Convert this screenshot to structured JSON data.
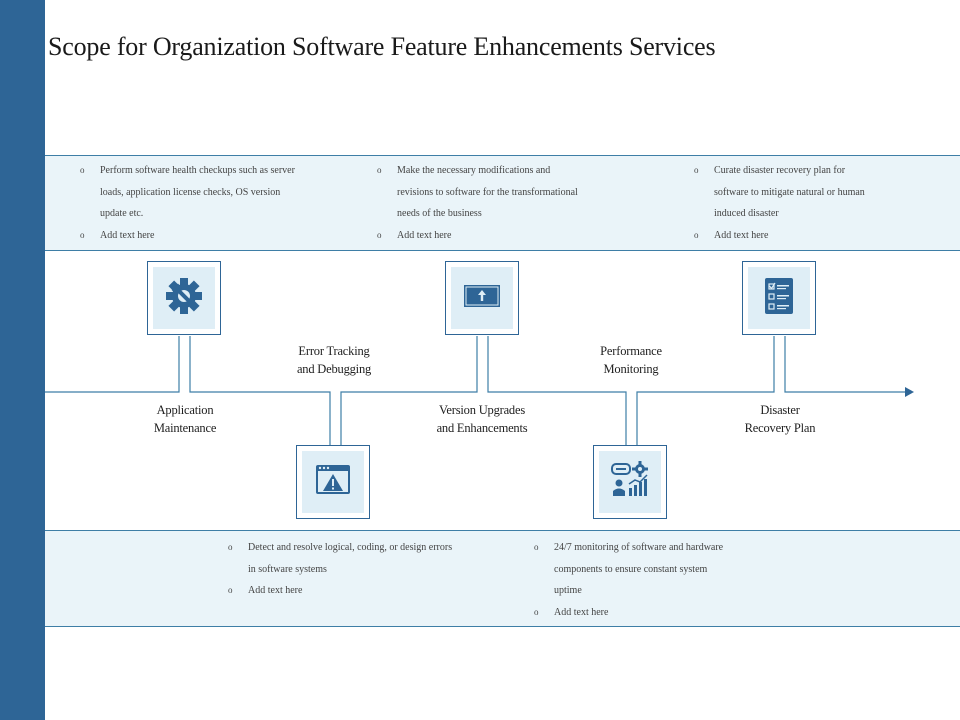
{
  "title": "Scope for Organization Software Feature Enhancements Services",
  "top_bullets": [
    [
      "Perform software health checkups such as server loads, application license checks, OS version update etc.",
      "Add text here"
    ],
    [
      "Make the necessary modifications and revisions to software for the transformational needs of the business",
      "Add text here"
    ],
    [
      "Curate disaster recovery plan for software to mitigate natural or human induced disaster",
      "Add text here"
    ]
  ],
  "bottom_bullets": [
    [
      "Detect and resolve logical, coding, or design errors in software systems",
      "Add text here"
    ],
    [
      "24/7 monitoring of software and hardware components to ensure constant system uptime",
      "Add text here"
    ]
  ],
  "stages": [
    {
      "line1": "Application",
      "line2": "Maintenance",
      "icon": "gear-wrench-icon"
    },
    {
      "line1": "Error Tracking",
      "line2": "and Debugging",
      "icon": "browser-warning-icon"
    },
    {
      "line1": "Version Upgrades",
      "line2": "and Enhancements",
      "icon": "upload-window-icon"
    },
    {
      "line1": "Performance",
      "line2": "Monitoring",
      "icon": "analytics-monitor-icon"
    },
    {
      "line1": "Disaster",
      "line2": "Recovery Plan",
      "icon": "checklist-icon"
    }
  ],
  "colors": {
    "primary": "#2e6596",
    "band": "#eaf4f9",
    "line": "#3e7ea6"
  }
}
